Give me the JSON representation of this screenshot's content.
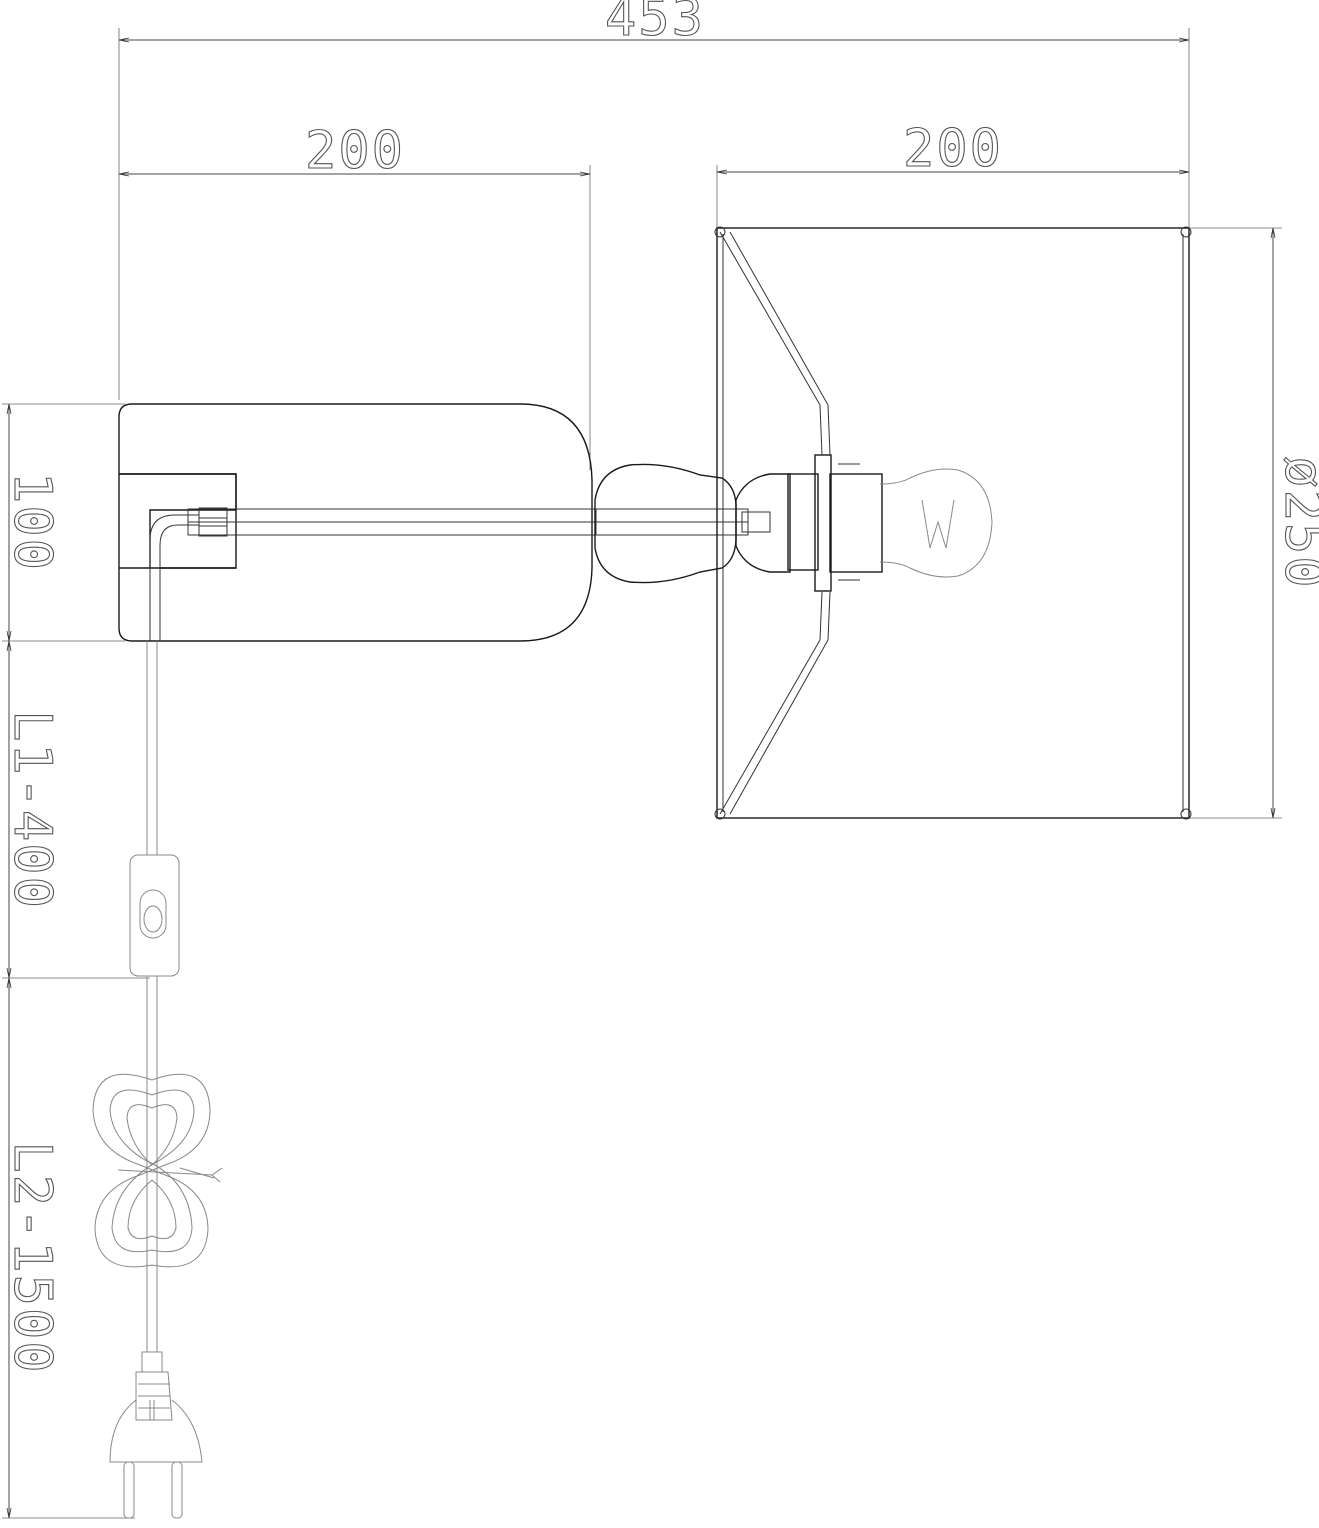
{
  "dimensions": {
    "overall_width": "453",
    "base_width": "200",
    "shade_width": "200",
    "base_height": "100",
    "shade_diameter": "ø250",
    "cable_l1": "L1-400",
    "cable_l2": "L2-1500"
  },
  "icons": {
    "bulb": "light-bulb-icon",
    "switch": "inline-switch-icon",
    "plug": "power-plug-icon"
  }
}
